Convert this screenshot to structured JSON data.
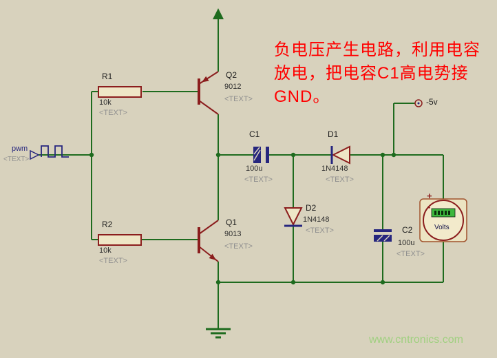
{
  "annotation": {
    "lines": [
      "负电压产生电路，利用电容",
      "放电，把电容C1高电势接",
      "GND。"
    ],
    "color": "#ff0000"
  },
  "watermark": {
    "text": "www.cntronics.com",
    "color": "#a0d080"
  },
  "input": {
    "label": "pwm",
    "text_placeholder": "<TEXT>"
  },
  "supply": {
    "label": "-5v"
  },
  "meter": {
    "unit": "Volts",
    "plus": "+",
    "minus": "-"
  },
  "components": {
    "r1": {
      "ref": "R1",
      "value": "10k",
      "text": "<TEXT>"
    },
    "r2": {
      "ref": "R2",
      "value": "10k",
      "text": "<TEXT>"
    },
    "q2": {
      "ref": "Q2",
      "value": "9012",
      "text": "<TEXT>"
    },
    "q1": {
      "ref": "Q1",
      "value": "9013",
      "text": "<TEXT>"
    },
    "c1": {
      "ref": "C1",
      "value": "100u",
      "text": "<TEXT>"
    },
    "c2": {
      "ref": "C2",
      "value": "100u",
      "text": "<TEXT>"
    },
    "d1": {
      "ref": "D1",
      "value": "1N4148",
      "text": "<TEXT>"
    },
    "d2": {
      "ref": "D2",
      "value": "1N4148",
      "text": "<TEXT>"
    }
  },
  "colors": {
    "background": "#d8d2bd",
    "wire": "#1e6b1e",
    "component_outline": "#8b1d1d",
    "pin_detail": "#26267e",
    "display_green": "#3db83d",
    "annotation_red": "#ff0000"
  }
}
